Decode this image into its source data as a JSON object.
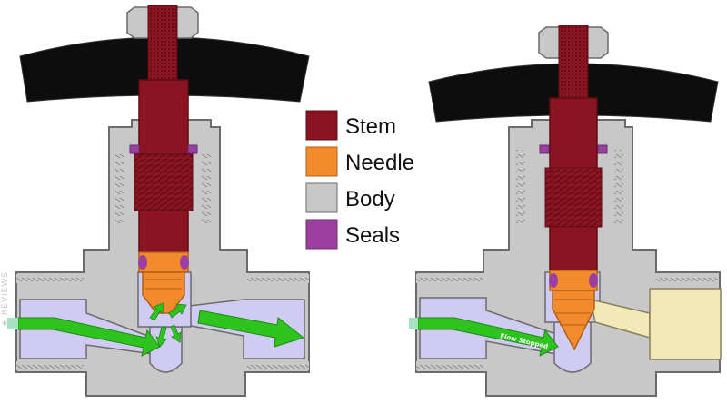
{
  "legend": {
    "items": [
      {
        "label": "Stem",
        "color": "#8a1421"
      },
      {
        "label": "Needle",
        "color": "#f28a2e"
      },
      {
        "label": "Body",
        "color": "#c8c8c8"
      },
      {
        "label": "Seals",
        "color": "#9b3fa0"
      }
    ]
  },
  "annotations": {
    "flow_stopped": "Flow Stopped",
    "side_watermark": "★ REVIEWS"
  },
  "colors": {
    "stem": "#8a1421",
    "stem_dark": "#5e0b14",
    "needle": "#f28a2e",
    "body": "#c8c8c8",
    "seals": "#9b3fa0",
    "handle": "#0d0d0d",
    "fluid": "#cfcbf2",
    "flow_arrow": "#2ec31f",
    "pipe_fitting": "#f2e8b8",
    "outline": "#6b6b6b"
  },
  "icons": {
    "flow_arrow": "right-arrow",
    "turbulence": "swirl-arrows"
  }
}
